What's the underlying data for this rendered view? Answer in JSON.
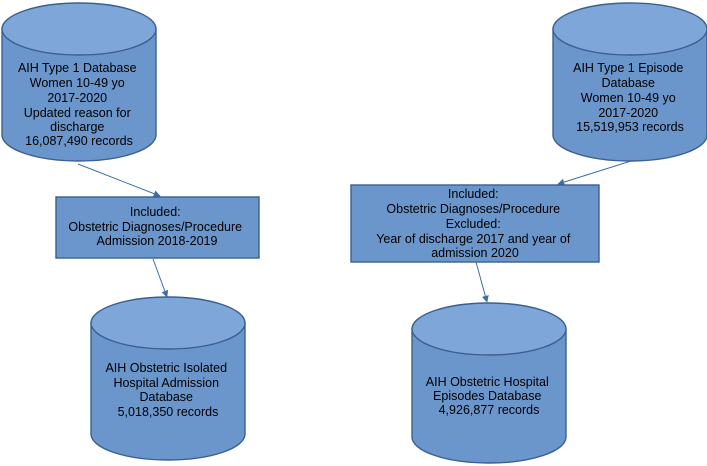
{
  "source_db_1": {
    "lines": [
      "AIH Type 1 Database",
      "Women 10-49 yo",
      "2017-2020",
      "Updated reason for",
      "discharge",
      "16,087,490 records"
    ]
  },
  "source_db_2": {
    "lines": [
      "AIH Type 1 Episode",
      "Database",
      "Women 10-49 yo",
      "2017-2020",
      "15,519,953 records"
    ]
  },
  "filter_1": {
    "lines": [
      "Included:",
      "Obstetric Diagnoses/Procedure",
      "Admission 2018-2019"
    ]
  },
  "filter_2": {
    "lines": [
      "Included:",
      "Obstetric Diagnoses/Procedure",
      "Excluded:",
      "Year of discharge 2017 and year of",
      "admission 2020"
    ]
  },
  "result_db_1": {
    "lines": [
      "AIH Obstetric Isolated",
      "Hospital Admission",
      "Database",
      "5,018,350 records"
    ]
  },
  "result_db_2": {
    "lines": [
      "AIH Obstetric Hospital",
      "Episodes Database",
      "4,926,877 records"
    ]
  },
  "colors": {
    "shape_fill": "#6b96cc",
    "shape_top_fill": "#7ea6d8",
    "shape_border": "#3a5f91",
    "arrow": "#3f6ea6"
  }
}
